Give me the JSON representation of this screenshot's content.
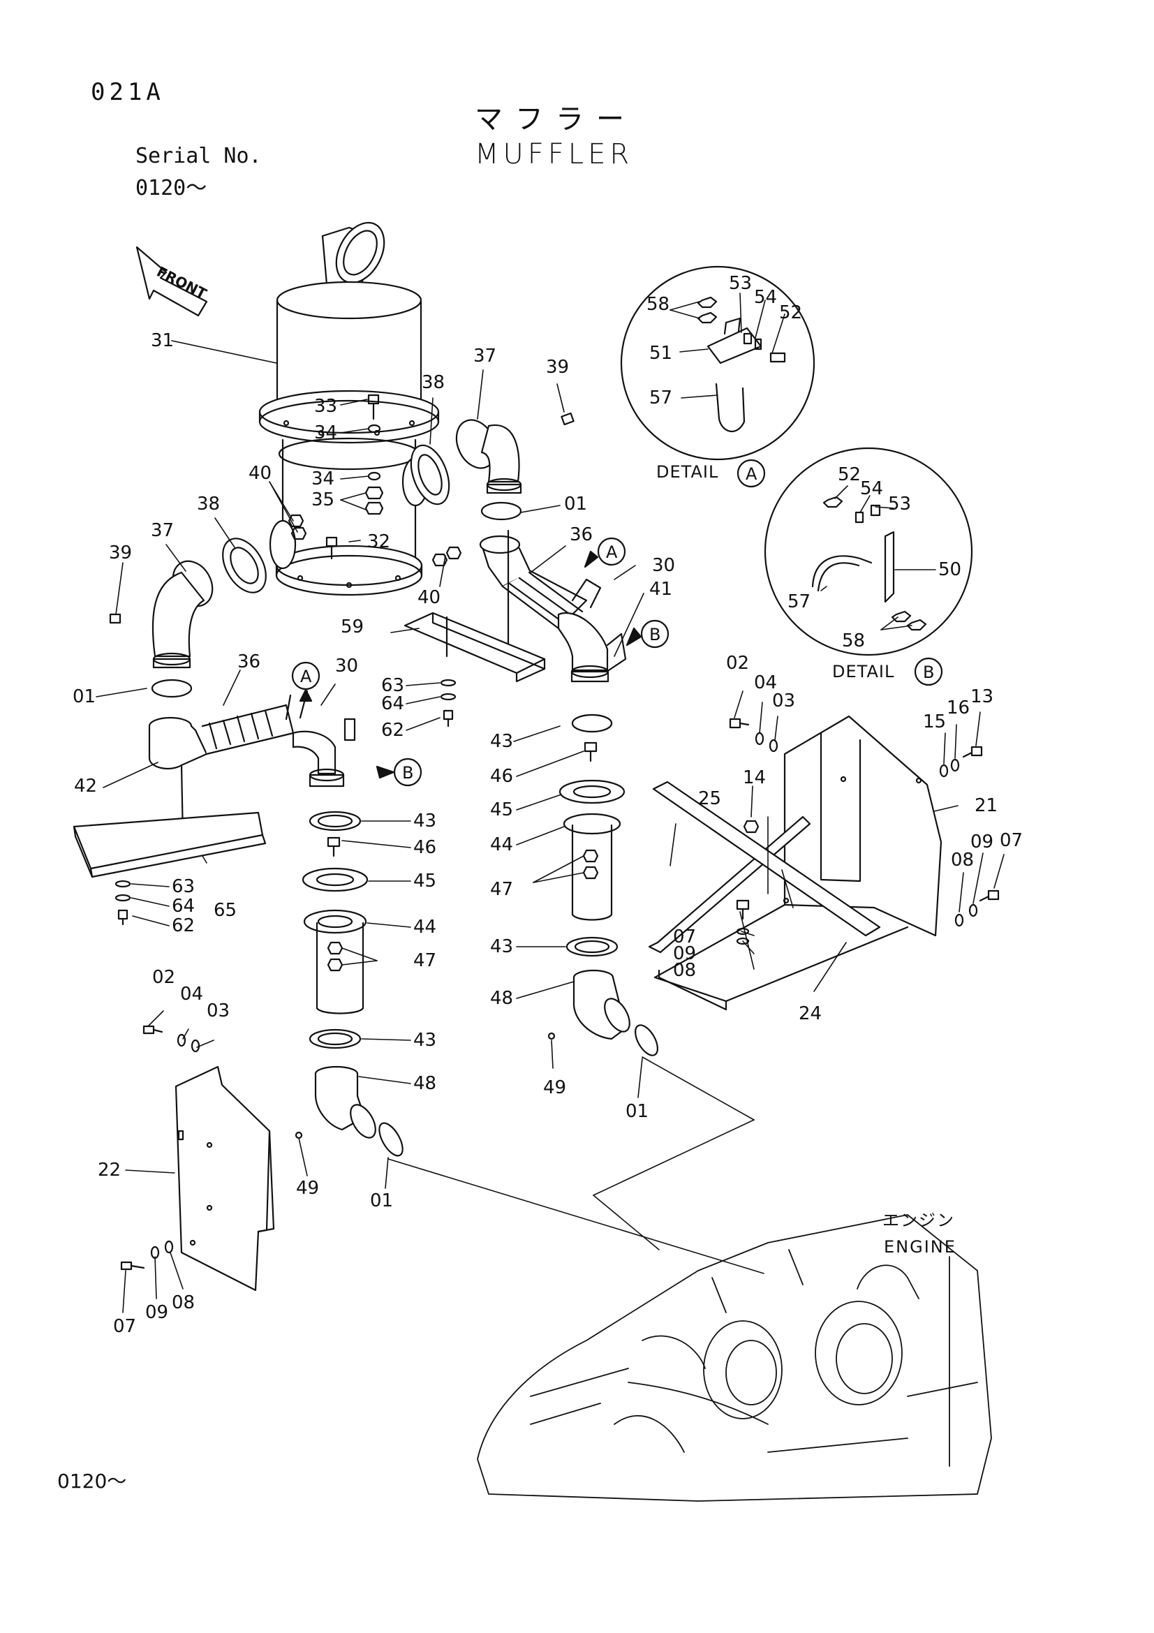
{
  "header": {
    "page_code": "021A",
    "title_jp": "マフラー",
    "title_en": "MUFFLER",
    "serial_label": "Serial No.",
    "serial_range": "0120～"
  },
  "footer": {
    "serial_range": "0120～"
  },
  "engine": {
    "label_jp": "エンジン",
    "label_en": "ENGINE"
  },
  "front_arrow": {
    "label": "FRONT"
  },
  "details": [
    {
      "id": "A",
      "label": "DETAIL",
      "callout": "A"
    },
    {
      "id": "B",
      "label": "DETAIL",
      "callout": "B"
    }
  ],
  "callouts": [
    {
      "id": "ref-a-right",
      "letter": "A"
    },
    {
      "id": "ref-b-right",
      "letter": "B"
    },
    {
      "id": "ref-a-left",
      "letter": "A"
    },
    {
      "id": "ref-b-left",
      "letter": "B"
    }
  ],
  "part_numbers": [
    "31",
    "33",
    "34",
    "34",
    "35",
    "40",
    "38",
    "37",
    "39",
    "38",
    "37",
    "39",
    "01",
    "36",
    "30",
    "41",
    "32",
    "40",
    "59",
    "36",
    "30",
    "01",
    "42",
    "65",
    "63",
    "64",
    "62",
    "63",
    "64",
    "62",
    "43",
    "46",
    "45",
    "44",
    "47",
    "43",
    "48",
    "49",
    "01",
    "02",
    "04",
    "03",
    "22",
    "07",
    "09",
    "08",
    "43",
    "46",
    "45",
    "44",
    "47",
    "43",
    "48",
    "49",
    "01",
    "25",
    "14",
    "07",
    "09",
    "08",
    "24",
    "02",
    "04",
    "03",
    "21",
    "15",
    "16",
    "13",
    "09",
    "07",
    "08",
    "58",
    "53",
    "54",
    "52",
    "51",
    "57",
    "52",
    "54",
    "53",
    "50",
    "57",
    "58"
  ]
}
